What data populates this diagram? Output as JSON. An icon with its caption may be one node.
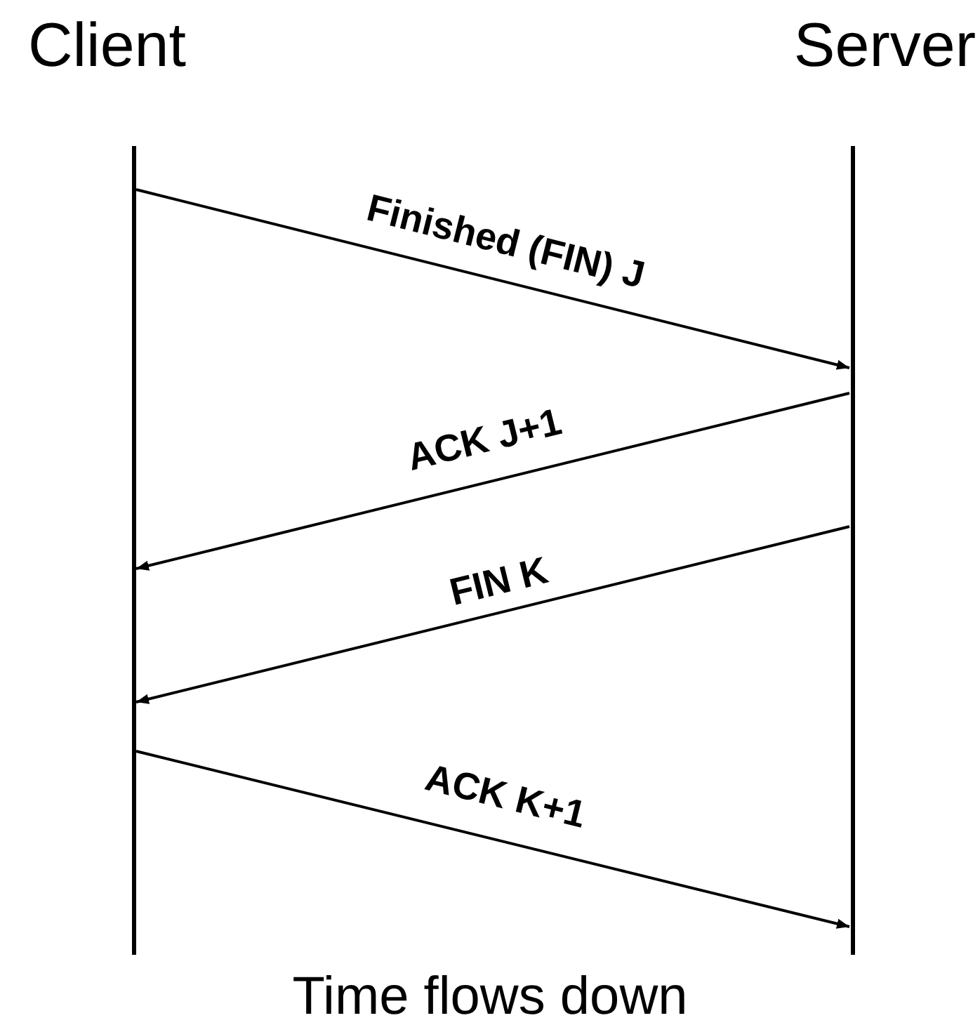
{
  "diagram": {
    "caption": "Time flows down",
    "nodes": [
      {
        "text": [
          "Client"
        ]
      },
      {
        "text": [
          "Server"
        ]
      }
    ],
    "edges": [
      {
        "from": 0,
        "to": 1,
        "arrow": "to",
        "label": "Finished (FIN) J"
      },
      {
        "from": 1,
        "to": 0,
        "arrow": "to",
        "label": "ACK J+1"
      },
      {
        "from": 1,
        "to": 0,
        "arrow": "to",
        "label": "FIN K"
      },
      {
        "from": 0,
        "to": 1,
        "arrow": "to",
        "label": "ACK K+1"
      }
    ]
  }
}
